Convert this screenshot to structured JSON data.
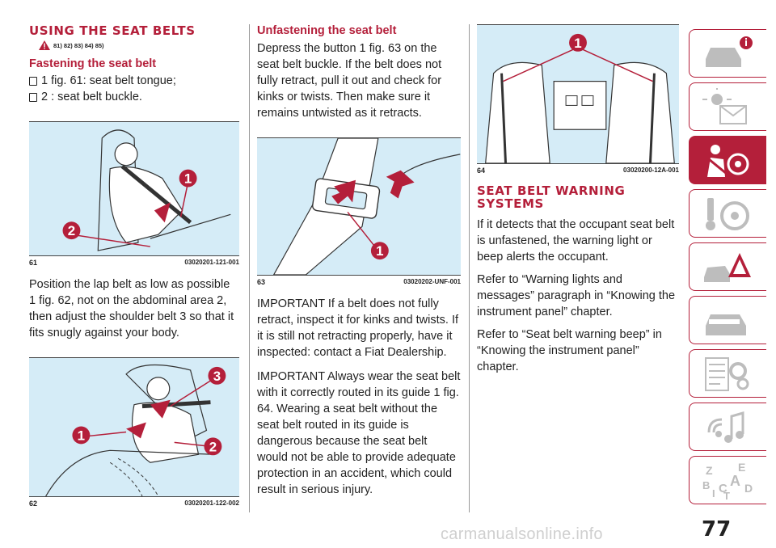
{
  "col1": {
    "title": "USING THE SEAT BELTS",
    "warning_refs": "81) 82) 83) 84) 85)",
    "fasten_heading": "Fastening the seat belt",
    "bullet1": "1 fig. 61: seat belt tongue;",
    "bullet2": "2 : seat belt buckle.",
    "fig61": {
      "num": "61",
      "code": "03020201-121-001",
      "badges": [
        "1",
        "2"
      ]
    },
    "lap_text": "Position the lap belt as low as possible 1 fig. 62, not on the abdominal area 2, then adjust the shoulder belt 3 so that it fits snugly against your body.",
    "fig62": {
      "num": "62",
      "code": "03020201-122-002",
      "badges": [
        "3",
        "1",
        "2"
      ]
    }
  },
  "col2": {
    "unfasten_heading": "Unfastening the seat belt",
    "unfasten_text": "Depress the button 1 fig. 63 on the seat belt buckle. If the belt does not fully retract, pull it out and check for kinks or twists. Then make sure it remains untwisted as it retracts.",
    "fig63": {
      "num": "63",
      "code": "03020202-UNF-001",
      "badges": [
        "1"
      ]
    },
    "important1": "IMPORTANT If a belt does not fully retract, inspect it for kinks and twists. If it is still not retracting properly, have it inspected: contact a Fiat Dealership.",
    "important2": "IMPORTANT Always wear the seat belt with it correctly routed in its guide 1 fig. 64. Wearing a seat belt without the seat belt routed in its guide is dangerous because the seat belt would not be able to provide adequate protection in an accident, which could result in serious injury."
  },
  "col3": {
    "fig64": {
      "num": "64",
      "code": "03020200-12A-001",
      "badges": [
        "1"
      ]
    },
    "warning_heading": "SEAT BELT WARNING SYSTEMS",
    "para1": "If it detects that the occupant seat belt is unfastened, the warning light or beep alerts the occupant.",
    "para2": "Refer to “Warning lights and messages” paragraph in “Knowing the instrument panel” chapter.",
    "para3": "Refer to “Seat belt warning beep” in “Knowing the instrument panel” chapter."
  },
  "sidebar": {
    "tabs": [
      {
        "icon": "car-info-icon",
        "active": false
      },
      {
        "icon": "warning-lights-icon",
        "active": false
      },
      {
        "icon": "seatbelt-airbag-icon",
        "active": true
      },
      {
        "icon": "key-steering-icon",
        "active": false
      },
      {
        "icon": "crash-emergency-icon",
        "active": false
      },
      {
        "icon": "car-maintenance-icon",
        "active": false
      },
      {
        "icon": "technical-data-icon",
        "active": false
      },
      {
        "icon": "multimedia-icon",
        "active": false
      },
      {
        "icon": "index-icon",
        "active": false
      }
    ],
    "index_letters": [
      "Z",
      "E",
      "A",
      "B",
      "C",
      "D",
      "I",
      "T"
    ]
  },
  "colors": {
    "accent": "#b41f3a",
    "figure_bg": "#d5ecf7"
  },
  "page_number": "77",
  "watermark": "carmanualsonline.info"
}
